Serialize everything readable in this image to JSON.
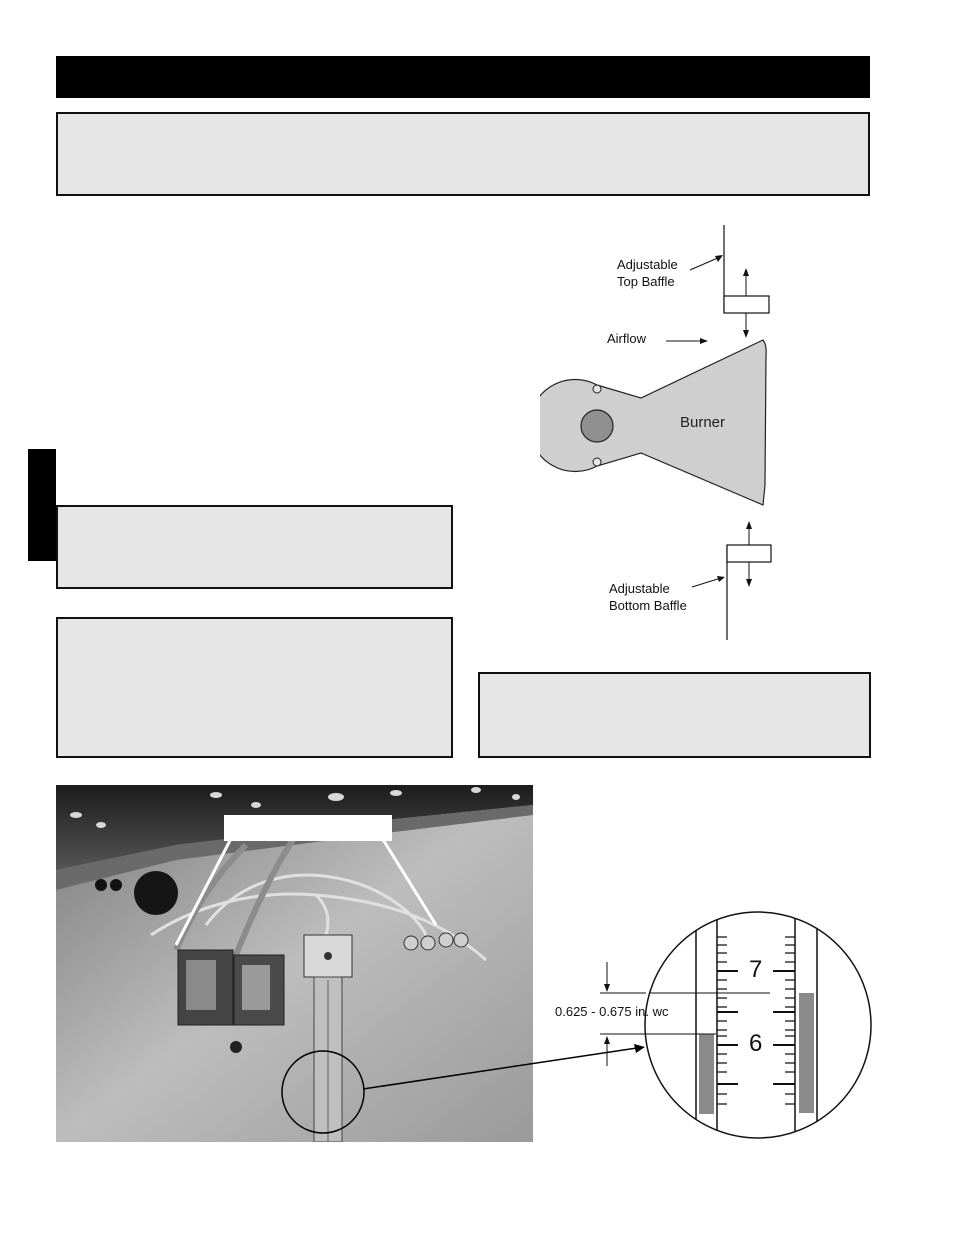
{
  "header_bar": {},
  "note_boxes": [
    {},
    {},
    {},
    {}
  ],
  "baffle_diagram": {
    "label_top_baffle_line1": "Adjustable",
    "label_top_baffle_line2": "Top Baffle",
    "label_airflow": "Airflow",
    "label_burner": "Burner",
    "label_bottom_baffle_line1": "Adjustable",
    "label_bottom_baffle_line2": "Bottom Baffle"
  },
  "gauge_detail": {
    "scale_upper": "7",
    "scale_lower": "6",
    "reading_range": "0.625 - 0.675 in. wc"
  }
}
